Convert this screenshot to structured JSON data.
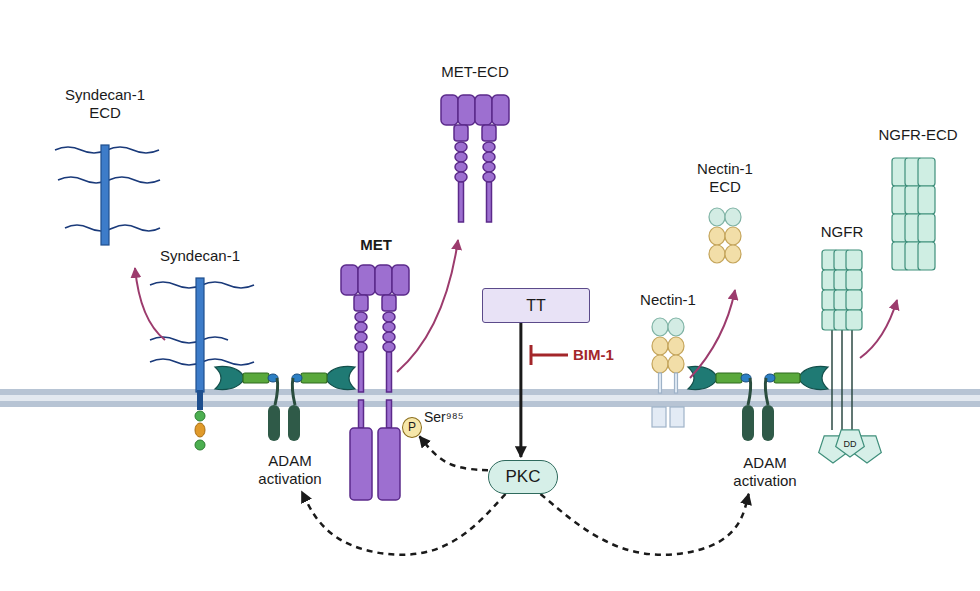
{
  "diagram": {
    "nodes": [
      {
        "text": [
          "TT"
        ]
      },
      {
        "text": [
          "P"
        ]
      },
      {
        "text": [
          "DD"
        ]
      },
      {
        "text": [
          "ADAM activation"
        ]
      },
      {
        "text": [
          "PKC"
        ]
      },
      {
        "text": [
          "ADAM activation"
        ]
      }
    ],
    "edges": [
      {
        "from": 0,
        "to": 4,
        "arrow": "to"
      },
      {
        "from": 4,
        "to": 1,
        "arrow": "to"
      },
      {
        "from": 4,
        "to": 3,
        "arrow": "to"
      },
      {
        "from": 4,
        "to": 5,
        "arrow": "to"
      }
    ],
    "labels": [
      "Syndecan-1 ECD",
      "MET-ECD",
      "Nectin-1 ECD",
      "NGFR-ECD",
      "Syndecan-1",
      "MET",
      "Nectin-1",
      "NGFR",
      "BIM-1",
      "Ser⁹⁸⁵"
    ]
  }
}
